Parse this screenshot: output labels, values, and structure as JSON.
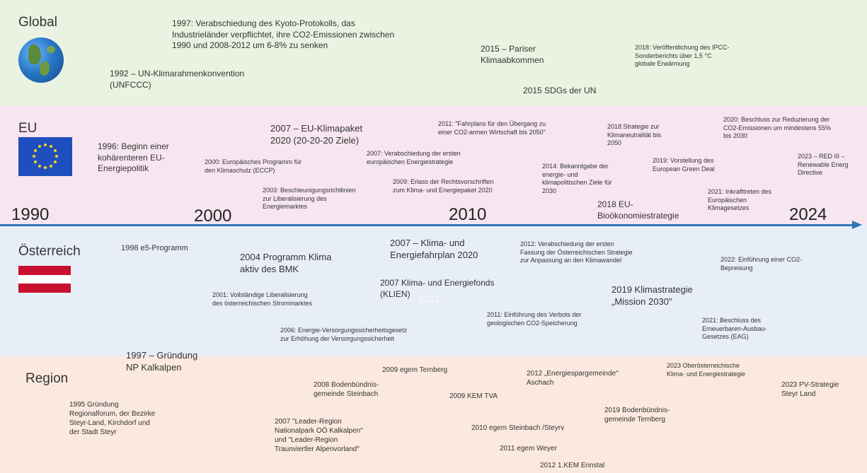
{
  "regions": {
    "global": "Global",
    "eu": "EU",
    "at": "Österreich",
    "region": "Region"
  },
  "years": {
    "y1990": "1990",
    "y2000": "2000",
    "y2010": "2010",
    "y2024": "2024"
  },
  "global_events": {
    "kyoto_1": "1997: Verabschiedung des Kyoto-Protokolls, das",
    "kyoto_2": "Industrieländer verpflichtet, ihre CO2-Emissionen zwischen",
    "kyoto_3": "1990 und 2008-2012 um 6-8% zu senken",
    "unfccc_1": "1992 – UN-Klimarahmenkonvention",
    "unfccc_2": "(UNFCCC)",
    "paris_1": "2015 – Pariser",
    "paris_2": "Klimaabkommen",
    "sdg": "2015 SDGs der UN",
    "ipcc_1": "2018: Veröffentlichung des IPCC-",
    "ipcc_2": "Sonderberichts über 1,5 °C",
    "ipcc_3": "globale Erwärmung"
  },
  "eu_events": {
    "e1996_1": "1996: Beginn einer",
    "e1996_2": "kohärenteren EU-",
    "e1996_3": "Energiepolitik",
    "e2000_1": "2000: Europäisches Programm für",
    "e2000_2": "den Klimaschutz (ECCP)",
    "e2003_1": "2003: Beschleunigungsrichtlinien",
    "e2003_2": "zur Liberalisierung des",
    "e2003_3": "Energiemarktes",
    "e2007a_1": "2007 – EU-Klimapaket",
    "e2007a_2": "2020 (20-20-20 Ziele)",
    "e2007b_1": "2007: Verabschiedung der ersten",
    "e2007b_2": "europäischen Energiestrategie",
    "e2009_1": "2009: Erlass der Rechtsvorschriften",
    "e2009_2": "zum Klima- und Energiepaket 2020",
    "e2011_1": "2011: \"Fahrplans für den Übergang zu",
    "e2011_2": "einer CO2-armen Wirtschaft bis 2050\"",
    "e2014_1": "2014: Bekanntgabe der",
    "e2014_2": "energie- und",
    "e2014_3": "klimapolitischen Ziele für",
    "e2014_4": "2030",
    "e2018a_1": "2018:Strategie zur",
    "e2018a_2": "Klimaneutralität bis",
    "e2018a_3": "2050",
    "e2018b_1": "2018 EU-",
    "e2018b_2": "Bioökonomiestrategie",
    "e2019_1": "2019: Vorstellung des",
    "e2019_2": "European Green Deal",
    "e2020_1": "2020: Beschluss zur Reduzierung der",
    "e2020_2": "CO2-Emissionen um mindestens 55%",
    "e2020_3": "bis 2030",
    "e2021_1": "2021: Inkrafttreten des",
    "e2021_2": "Europäischen",
    "e2021_3": "Klimagesetzes",
    "e2023_1": "2023 – RED III –",
    "e2023_2": "Renewable Energ",
    "e2023_3": "Directive"
  },
  "at_events": {
    "a1998": "1998 e5-Programm",
    "a2004_1": "2004 Programm Klima",
    "a2004_2": "aktiv des BMK",
    "a2001_1": "2001: Vollständige Liberalisierung",
    "a2001_2": "des österreichischen Strommarktes",
    "a2006_1": "2006: Energie-Versorgungssicherheitsgesetz",
    "a2006_2": "zur Erhöhung der Versorgungssicherheit",
    "a2007a_1": "2007 – Klima- und",
    "a2007a_2": "Energiefahrplan 2020",
    "a2007b_1": "2007 Klima- und Energiefonds",
    "a2007b_2": "(KLIEN)",
    "a2012_1": "2012: Verabschiedung der ersten",
    "a2012_2": "Fassung der Österreichischen Strategie",
    "a2012_3": "zur Anpassung an den Klimawandel",
    "a2011_1": "2011: Einführung des Verbots der",
    "a2011_2": "geologischen CO2-Speicherung",
    "a2019_1": "2019 Klimastrategie",
    "a2019_2": "„Mission 2030\"",
    "a2022_1": "2022: Einführung einer CO2-",
    "a2022_2": "Bepreisung",
    "a2021_1": "2021: Beschluss des",
    "a2021_2": "Erneuerbaren-Ausbau-",
    "a2021_3": "Gesetzes (EAG)",
    "faint": "2021"
  },
  "region_events": {
    "r1997_1": "1997 – Gründung",
    "r1997_2": "NP Kalkalpen",
    "r1995_1": "1995 Gründung",
    "r1995_2": "Regionalforum,  der Bezirke",
    "r1995_3": "Steyr-Land, Kirchdorf und",
    "r1995_4": "der Stadt Steyr",
    "r2008_1": "2008 Bodenbündnis-",
    "r2008_2": "gemeinde Steinbach",
    "r2009a": "2009  egem Ternberg",
    "r2009b": "2009 KEM TVA",
    "r2007_1": "2007  \"Leader-Region",
    "r2007_2": "Nationalpark OÖ Kalkalpen\"",
    "r2007_3": "und \"Leader-Region",
    "r2007_4": "Traunviertler Alpenvorland\"",
    "r2012a_1": "2012  „Energiespargemeinde\"",
    "r2012a_2": "Aschach",
    "r2023a_1": "2023 Oberösterreichische",
    "r2023a_2": "Klima- und Energiestrategie",
    "r2023b_1": "2023 PV-Strategie",
    "r2023b_2": "Steyr Land",
    "r2019_1": "2019 Bodenbündnis-",
    "r2019_2": "gemeinde Ternberg",
    "r2010": "2010  egem Steinbach /Steyrv",
    "r2011": "2011  egem Weyer",
    "r2012b": "2012 1.KEM Ennstal"
  },
  "icons": {
    "global": "globe-icon",
    "eu": "eu-flag-icon",
    "at": "austria-flag-icon"
  },
  "colors": {
    "global_band": "#eaf3e1",
    "eu_band": "#f7e6ef",
    "at_band": "#e7eef8",
    "region_band": "#fbe9df",
    "axis": "#2e75b6"
  }
}
